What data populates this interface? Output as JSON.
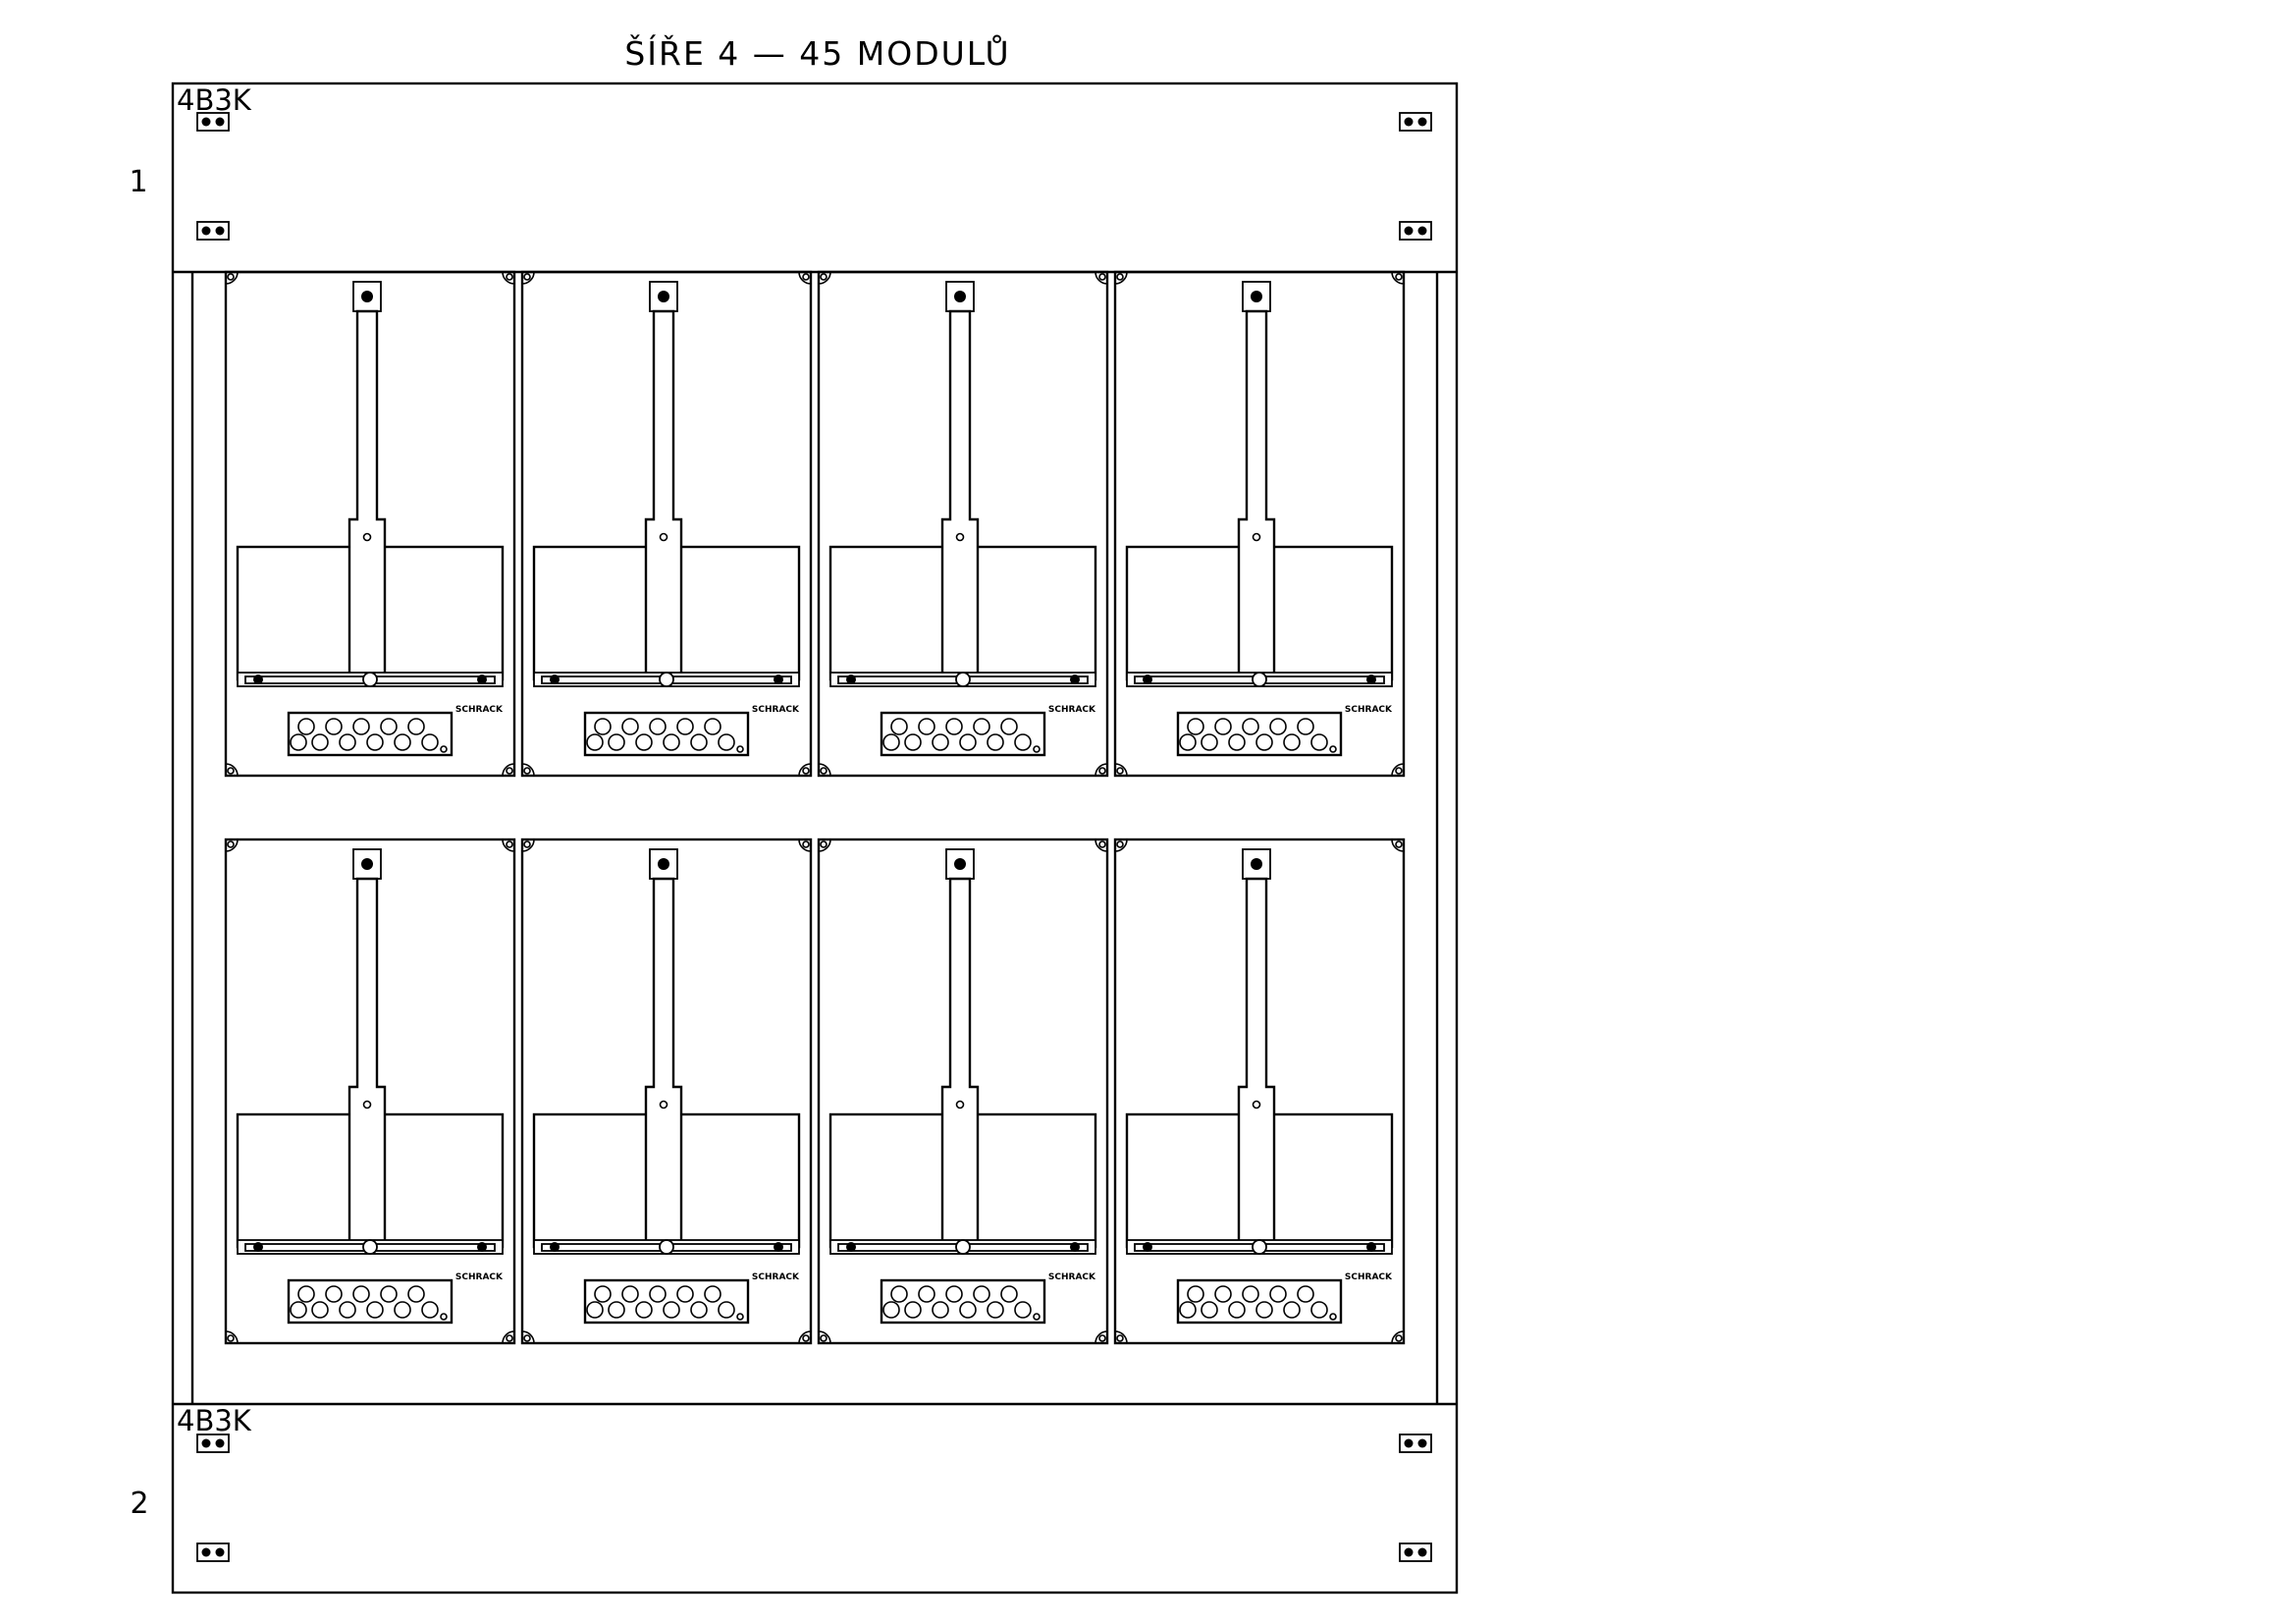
{
  "drawing": {
    "title": "ŠÍŘE 4 — 45 MODULŮ",
    "top_panel": {
      "row_number": "1",
      "label": "4B3K"
    },
    "bottom_panel": {
      "row_number": "2",
      "label": "4B3K"
    },
    "meter_module": {
      "brand_label": "SCHRACK"
    },
    "meter_modules_top_row": 4,
    "meter_modules_bottom_row": 4
  }
}
